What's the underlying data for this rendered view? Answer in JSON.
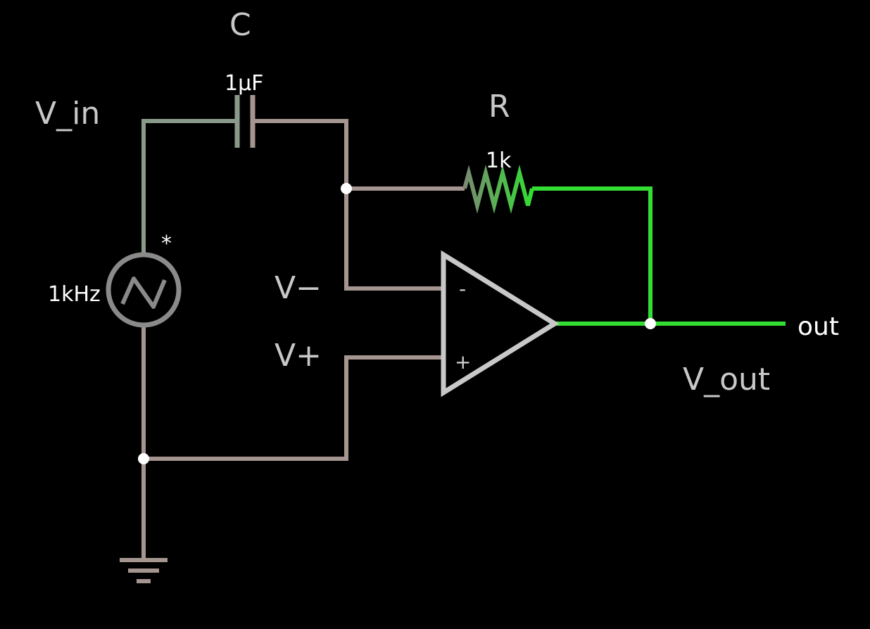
{
  "colors": {
    "background": "#000000",
    "wire_gray": "#a59590",
    "wire_input": "#8a9a8a",
    "wire_active": "#33dd33",
    "component": "#c8c8c8",
    "junction": "#ffffff"
  },
  "labels": {
    "v_in": "V_in",
    "capacitor_name": "C",
    "capacitor_value": "1µF",
    "resistor_name": "R",
    "resistor_value": "1k",
    "source_freq": "1kHz",
    "source_marker": "*",
    "v_minus": "V−",
    "v_plus": "V+",
    "opamp_minus": "-",
    "opamp_plus": "+",
    "output_terminal": "out",
    "v_out": "V_out"
  }
}
